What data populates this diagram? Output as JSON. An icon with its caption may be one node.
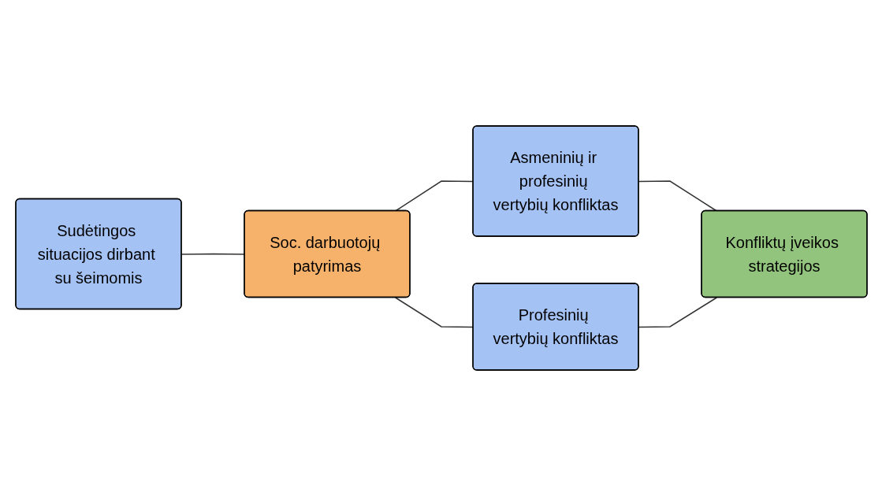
{
  "diagram": {
    "nodes": [
      {
        "text": [
          "Sudėtingos situacijos dirbant su šeimomis"
        ]
      },
      {
        "text": [
          "Soc. darbuotojų patyrimas"
        ]
      },
      {
        "text": [
          "Asmeninių ir profesinių vertybių konfliktas"
        ]
      },
      {
        "text": [
          "Profesinių vertybių konfliktas"
        ]
      },
      {
        "text": [
          "Konfliktų įveikos strategijos"
        ]
      }
    ],
    "edges": [
      {
        "from": 0,
        "to": 1,
        "arrow": "none"
      },
      {
        "from": 1,
        "to": 2,
        "arrow": "none"
      },
      {
        "from": 1,
        "to": 3,
        "arrow": "none"
      },
      {
        "from": 2,
        "to": 4,
        "arrow": "none"
      },
      {
        "from": 3,
        "to": 4,
        "arrow": "none"
      }
    ]
  }
}
